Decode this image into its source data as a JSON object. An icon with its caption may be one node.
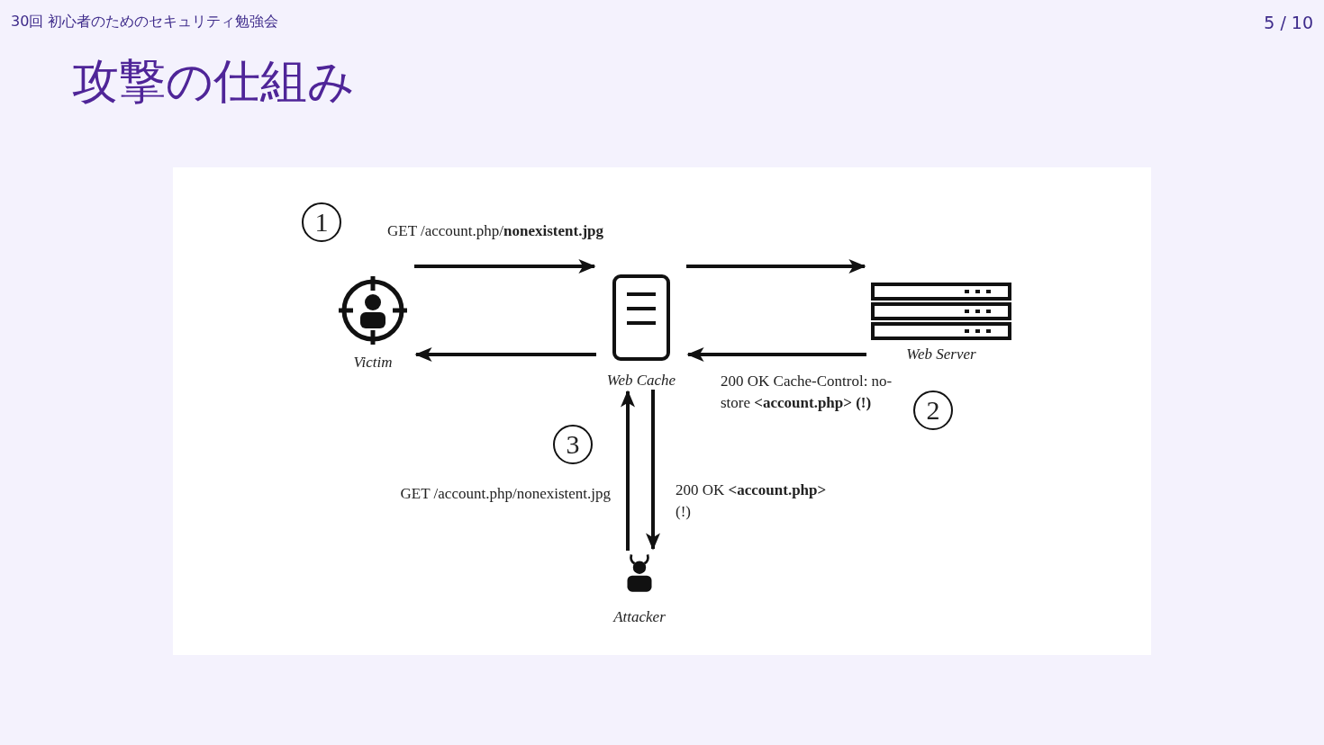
{
  "diagram": {
    "title": "攻撃の仕組み",
    "nodes": [
      {
        "text": [
          "Victim"
        ]
      },
      {
        "text": [
          "Web Cache"
        ]
      },
      {
        "text": [
          "Web Server"
        ]
      },
      {
        "text": [
          "Attacker"
        ]
      }
    ],
    "edges": [
      {
        "from": 0,
        "to": 1,
        "arrow": "to",
        "label": "GET /account.php/**nonexistent.jpg**"
      },
      {
        "from": 1,
        "to": 2,
        "arrow": "to"
      },
      {
        "from": 2,
        "to": 1,
        "arrow": "to",
        "label": "200 OK Cache-Control: no-store **<account.php> (!)**"
      },
      {
        "from": 1,
        "to": 0,
        "arrow": "to"
      },
      {
        "from": 3,
        "to": 1,
        "arrow": "to",
        "label": "GET /account.php/nonexistent.jpg"
      },
      {
        "from": 1,
        "to": 3,
        "arrow": "to",
        "label": "200 OK **<account.php>** (!)"
      }
    ],
    "labels": [
      "30回 初心者のためのセキュリティ勉強会",
      "5 / 10",
      "1",
      "2",
      "3"
    ]
  }
}
